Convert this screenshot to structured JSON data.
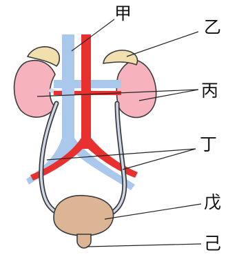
{
  "labels": {
    "jia": "甲",
    "yi": "乙",
    "bing": "丙",
    "ding": "丁",
    "wu": "戊",
    "ji": "己"
  },
  "colors": {
    "vein": "#aac8ec",
    "artery": "#e8312e",
    "kidney": "#f6b3bd",
    "adrenal": "#f2dfae",
    "bladder": "#dcb594",
    "ureter": "#cfd8e8",
    "outline": "#3a3a3a"
  }
}
